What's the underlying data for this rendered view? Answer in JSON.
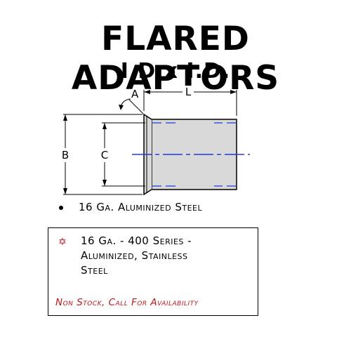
{
  "header": {
    "title": "FLARED ADAPTORS",
    "subtitle": "I.D x I.D."
  },
  "diagram": {
    "label_a": "A",
    "label_l": "L",
    "label_b": "B",
    "label_c": "C"
  },
  "options": {
    "standard": {
      "text": "16 Ga. Aluminized Steel"
    },
    "special": {
      "symbol": "✡",
      "lines": [
        "16 Ga. - 400 Series -",
        "Aluminized, Stainless",
        "Steel"
      ],
      "note": "Non Stock, Call For Availability"
    }
  },
  "colors": {
    "accent": "#c0161b",
    "centerline": "#1f3bd6",
    "body_fill": "#d9d9d9"
  }
}
